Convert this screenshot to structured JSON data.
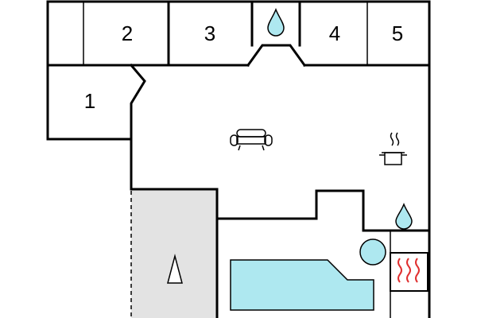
{
  "floorplan": {
    "rooms": [
      {
        "id": "room-1",
        "label": "1"
      },
      {
        "id": "room-2",
        "label": "2"
      },
      {
        "id": "room-3",
        "label": "3"
      },
      {
        "id": "room-4",
        "label": "4"
      },
      {
        "id": "room-5",
        "label": "5"
      }
    ],
    "icons": [
      "water-drop-icon",
      "sofa-icon",
      "cooking-pot-icon",
      "pool-icon",
      "hot-tub-icon",
      "sauna-icon",
      "terrace-arrow-icon"
    ],
    "colors": {
      "wall": "#000000",
      "water": "#aee8f0",
      "terrace": "#e3e3e3",
      "sauna_heat": "#e03030"
    }
  }
}
